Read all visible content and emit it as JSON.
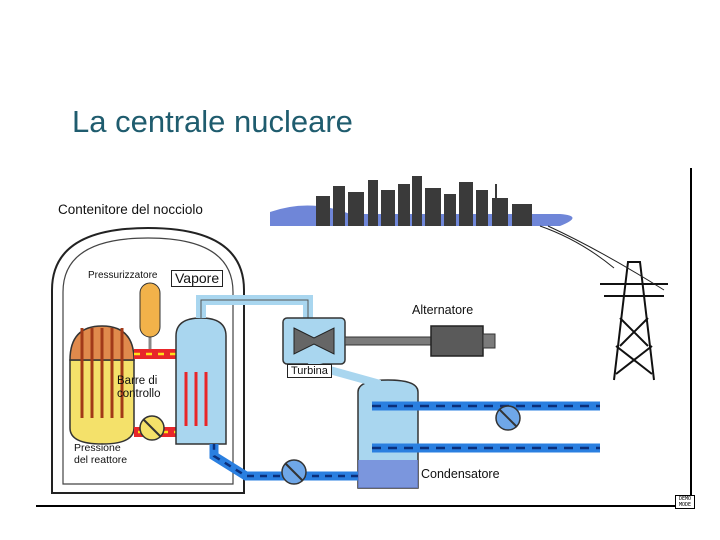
{
  "slide": {
    "title": "La centrale nucleare"
  },
  "labels": {
    "containment": "Contenitore del nocciolo",
    "pressurizer": "Pressurizzatore",
    "steam": "Vapore",
    "alternator": "Alternatore",
    "turbine": "Turbina",
    "control_rods": "Barre di\ncontrollo",
    "reactor_pressure": "Pressione\ndel reattore",
    "condenser": "Condensatore"
  },
  "badge": {
    "text": "DEMO MODE"
  },
  "colors": {
    "title": "#1f5c6e",
    "primary_loop": "#e8262a",
    "secondary_loop": "#2a7fe0",
    "flow_dash": "#0b2f7a",
    "reactor_core": "#f4e16a",
    "steam_cloud": "#a9d6ef",
    "city": "#3a3a3a",
    "water": "#6f86d8",
    "pressurizer": "#f2b24a"
  }
}
